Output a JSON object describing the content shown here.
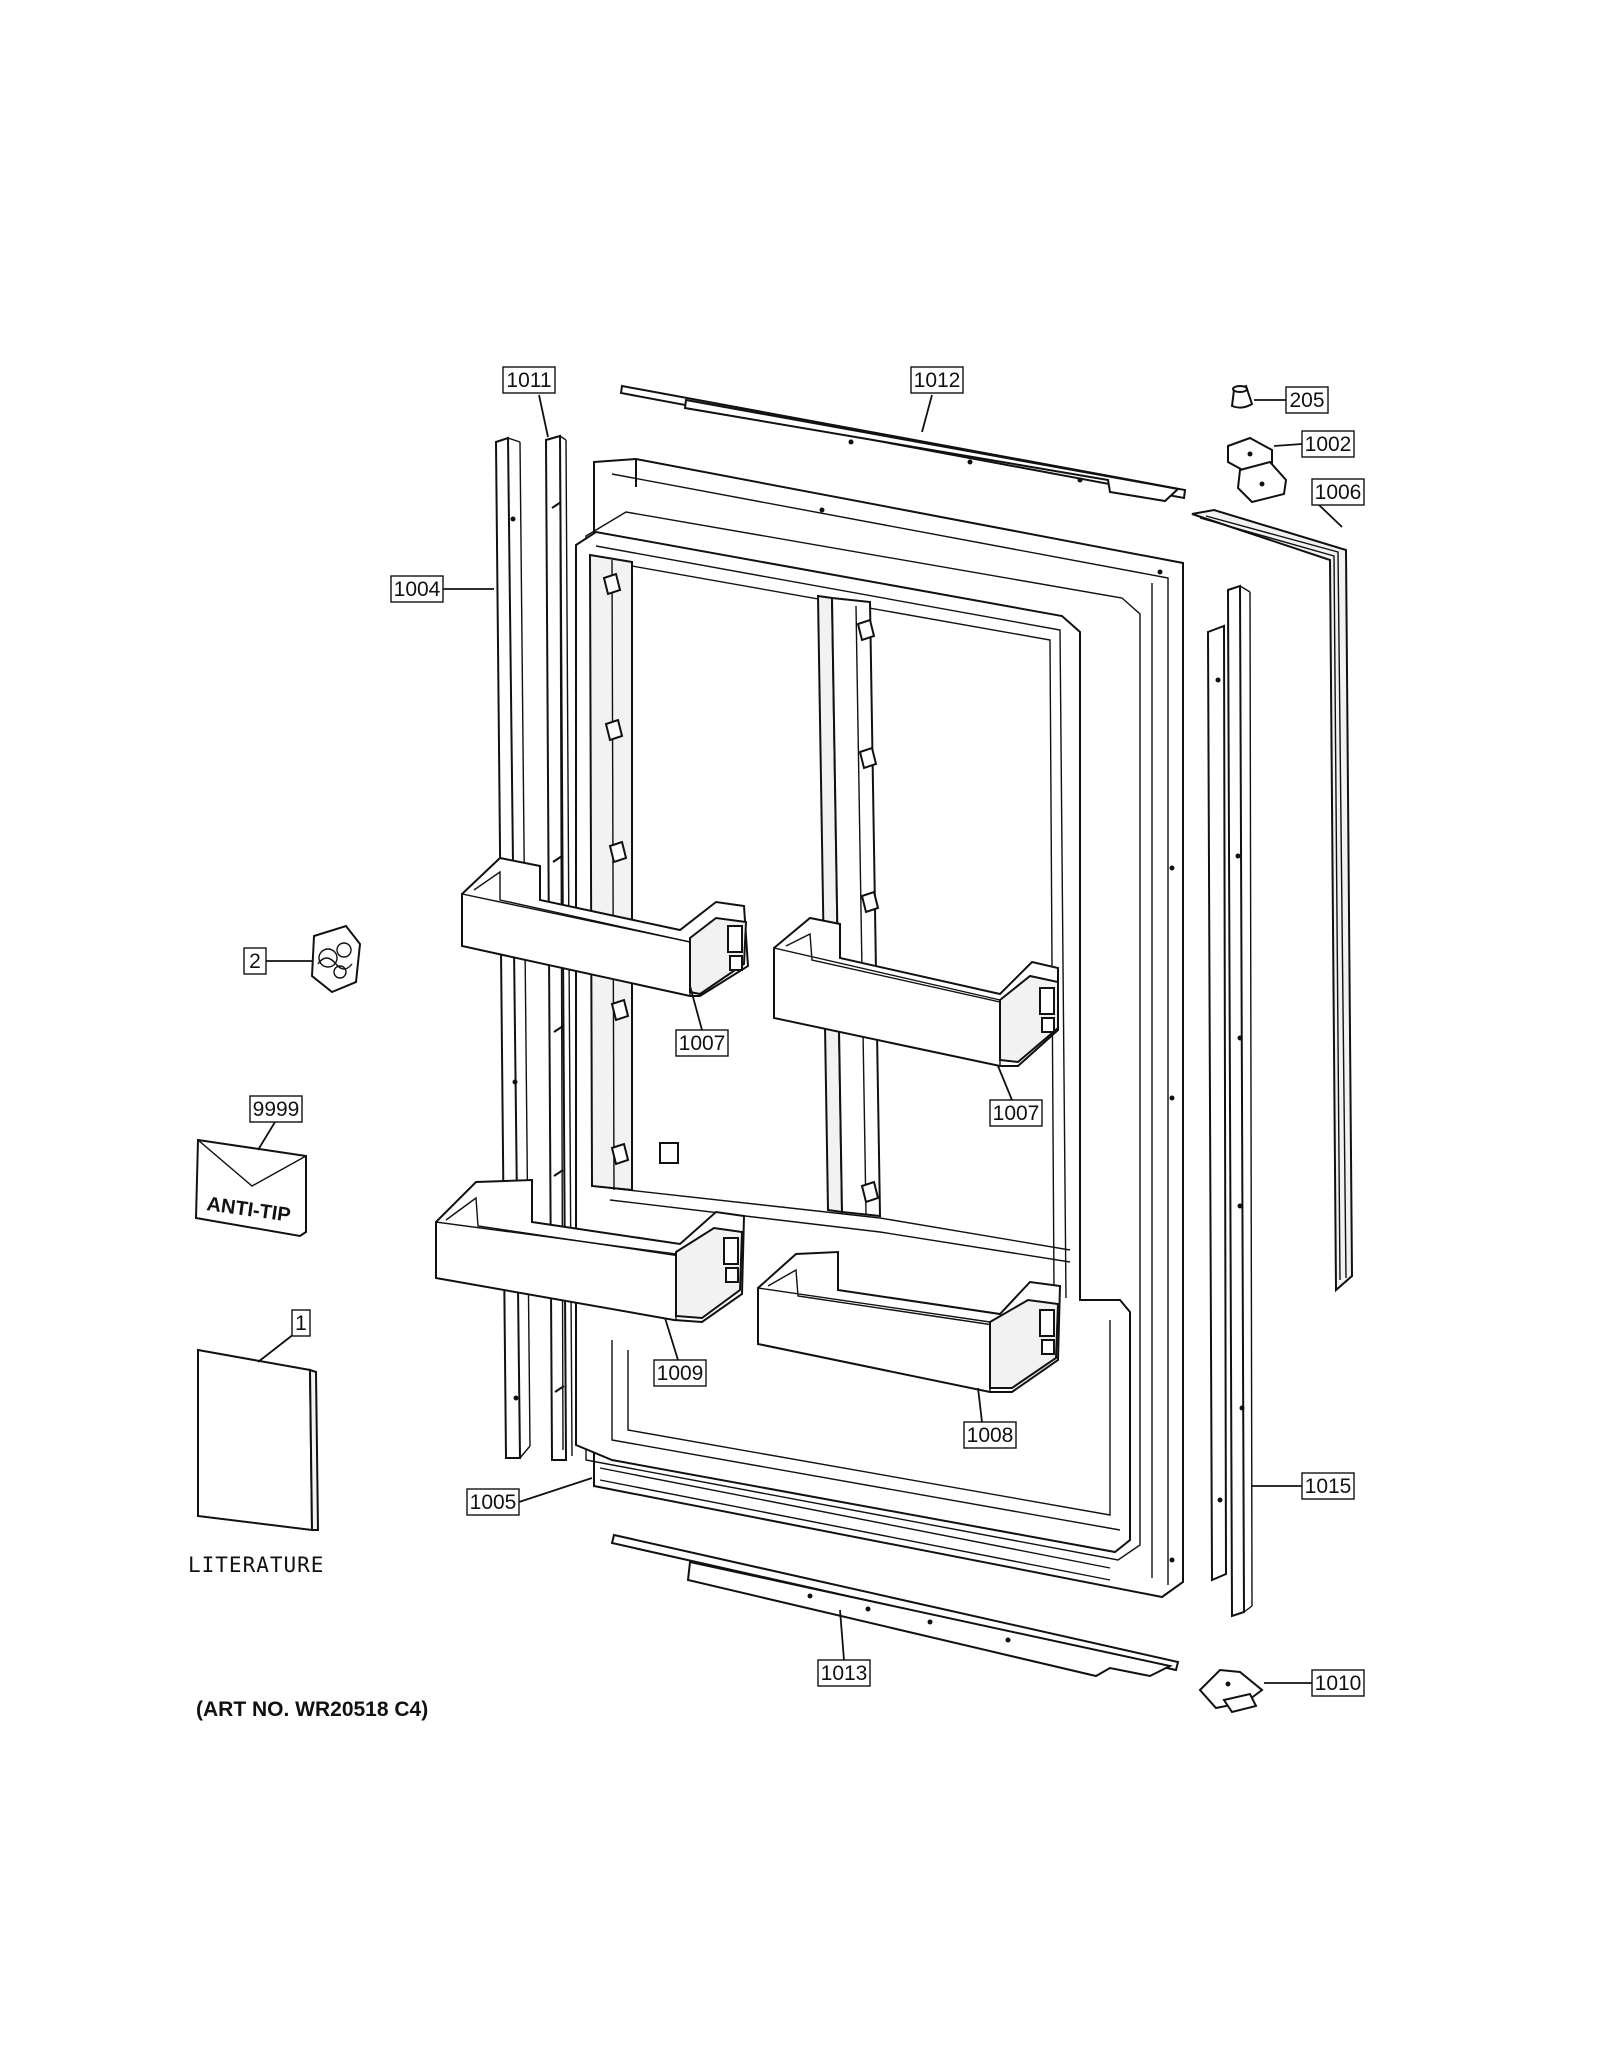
{
  "diagram": {
    "callouts": [
      {
        "id": "c1011",
        "label": "1011"
      },
      {
        "id": "c1012",
        "label": "1012"
      },
      {
        "id": "c205",
        "label": "205"
      },
      {
        "id": "c1002",
        "label": "1002"
      },
      {
        "id": "c1006",
        "label": "1006"
      },
      {
        "id": "c1004",
        "label": "1004"
      },
      {
        "id": "c2",
        "label": "2"
      },
      {
        "id": "c1007a",
        "label": "1007"
      },
      {
        "id": "c1007b",
        "label": "1007"
      },
      {
        "id": "c9999",
        "label": "9999"
      },
      {
        "id": "c1",
        "label": "1"
      },
      {
        "id": "c1009",
        "label": "1009"
      },
      {
        "id": "c1008",
        "label": "1008"
      },
      {
        "id": "c1005",
        "label": "1005"
      },
      {
        "id": "c1015",
        "label": "1015"
      },
      {
        "id": "c1013",
        "label": "1013"
      },
      {
        "id": "c1010",
        "label": "1010"
      }
    ],
    "anti_tip_label": "ANTI-TIP",
    "literature_label": "LITERATURE",
    "art_number": "(ART NO. WR20518 C4)"
  }
}
